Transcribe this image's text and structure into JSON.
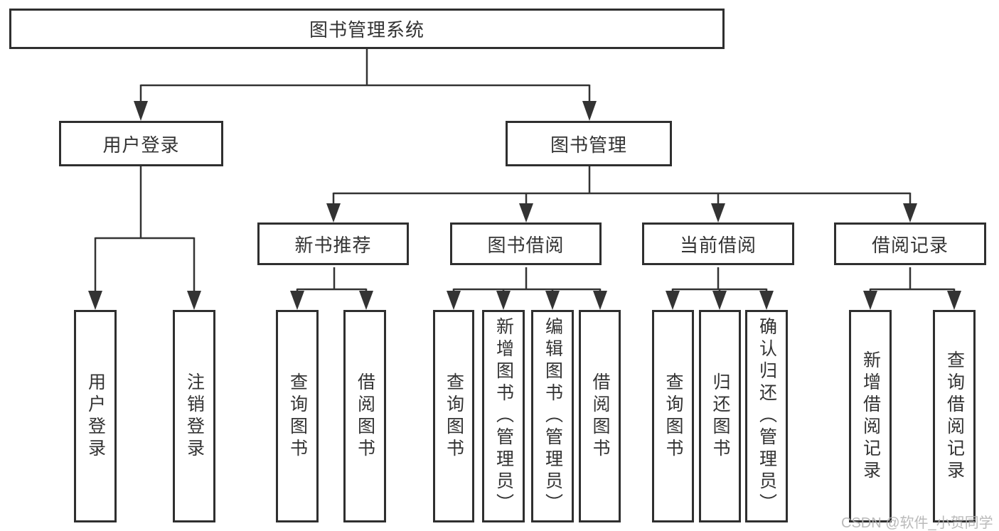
{
  "diagram": {
    "root": {
      "label": "图书管理系统"
    },
    "user_login": {
      "label": "用户登录",
      "children": [
        {
          "label": "用户登录"
        },
        {
          "label": "注销登录"
        }
      ]
    },
    "book_management": {
      "label": "图书管理",
      "sections": [
        {
          "label": "新书推荐",
          "children": [
            {
              "label": "查询图书"
            },
            {
              "label": "借阅图书"
            }
          ]
        },
        {
          "label": "图书借阅",
          "children": [
            {
              "label": "查询图书"
            },
            {
              "label": "新增图书（管理员）"
            },
            {
              "label": "编辑图书（管理员）"
            },
            {
              "label": "借阅图书"
            }
          ]
        },
        {
          "label": "当前借阅",
          "children": [
            {
              "label": "查询图书"
            },
            {
              "label": "归还图书"
            },
            {
              "label": "确认归还（管理员）"
            }
          ]
        },
        {
          "label": "借阅记录",
          "children": [
            {
              "label": "新增借阅记录"
            },
            {
              "label": "查询借阅记录"
            }
          ]
        }
      ]
    },
    "colors": {
      "line": "#333333",
      "box_border": "#2f2f2f",
      "box_fill": "#ffffff",
      "text": "#333333",
      "watermark": "#b3b3b3"
    }
  },
  "watermark": {
    "text": "CSDN @软件_小贺同学"
  }
}
